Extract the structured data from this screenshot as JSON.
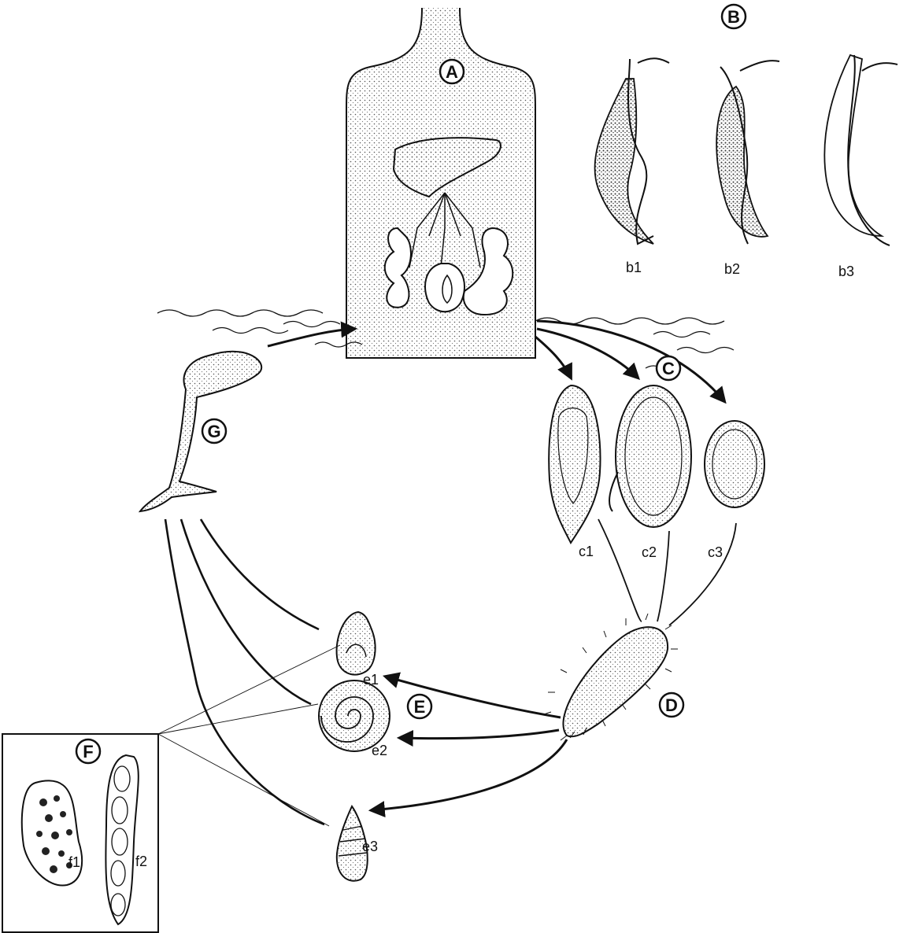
{
  "labels": {
    "A": "A",
    "B": "B",
    "C": "C",
    "D": "D",
    "E": "E",
    "F": "F",
    "G": "G"
  },
  "sublabels": {
    "b1": "b1",
    "b2": "b2",
    "b3": "b3",
    "c1": "c1",
    "c2": "c2",
    "c3": "c3",
    "e1": "e1",
    "e2": "e2",
    "e3": "e3",
    "f1": "f1",
    "f2": "f2"
  }
}
